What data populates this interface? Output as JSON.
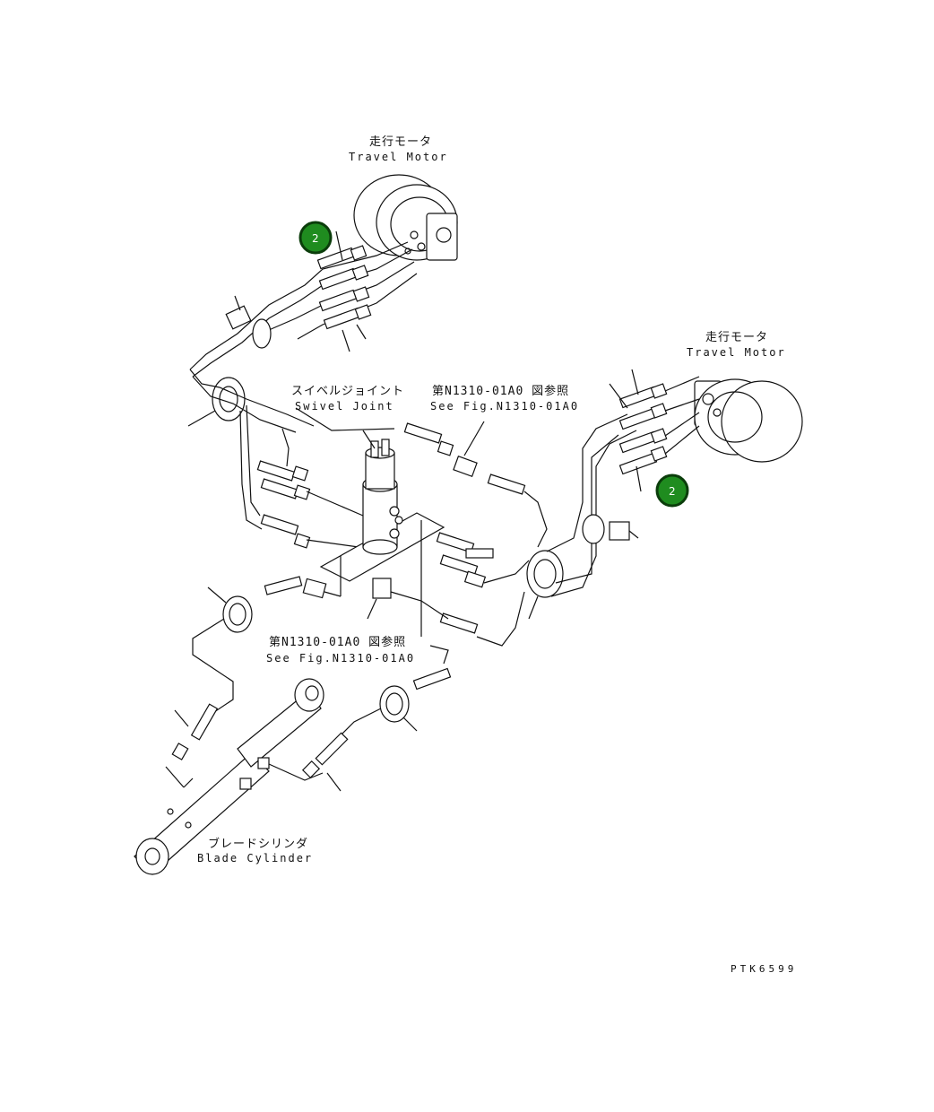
{
  "labels": {
    "motor_top_jp": "走行モータ",
    "motor_top_en": "Travel Motor",
    "motor_right_jp": "走行モータ",
    "motor_right_en": "Travel Motor",
    "swivel_jp": "スイベルジョイント",
    "swivel_en": "Swivel Joint",
    "ref_top_jp": "第N1310-01A0 図参照",
    "ref_top_en": "See Fig.N1310-01A0",
    "ref_bottom_jp": "第N1310-01A0 図参照",
    "ref_bottom_en": "See Fig.N1310-01A0",
    "blade_jp": "ブレードシリンダ",
    "blade_en": "Blade Cylinder",
    "drawing_code": "PTK6599"
  },
  "callouts": [
    {
      "id": "callout-top-left",
      "text": "2"
    },
    {
      "id": "callout-right",
      "text": "2"
    }
  ],
  "colors": {
    "callout_fill": "#1f8c1f",
    "line": "#111111",
    "background": "#ffffff"
  }
}
